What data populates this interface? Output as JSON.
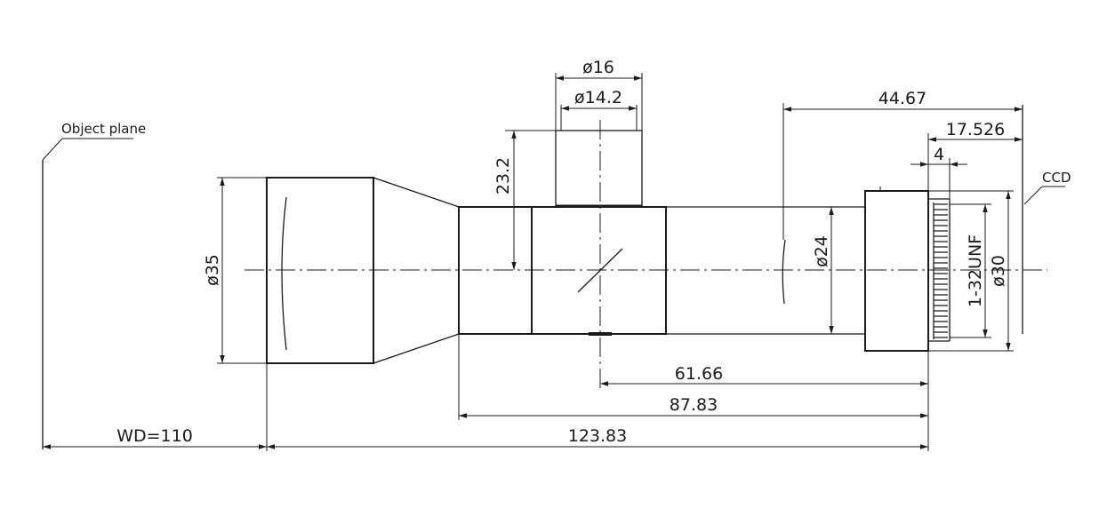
{
  "labels": {
    "object_plane": "Object plane",
    "ccd": "CCD",
    "wd": "WD=110",
    "total_length": "123.83",
    "len_87": "87.83",
    "len_61": "61.66",
    "len_44": "44.67",
    "len_17": "17.526",
    "len_4": "4",
    "height_23": "23.2",
    "dia_16": "ø16",
    "dia_14": "ø14.2",
    "dia_35": "ø35",
    "dia_24": "ø24",
    "dia_30": "ø30",
    "thread": "1-32UNF"
  }
}
